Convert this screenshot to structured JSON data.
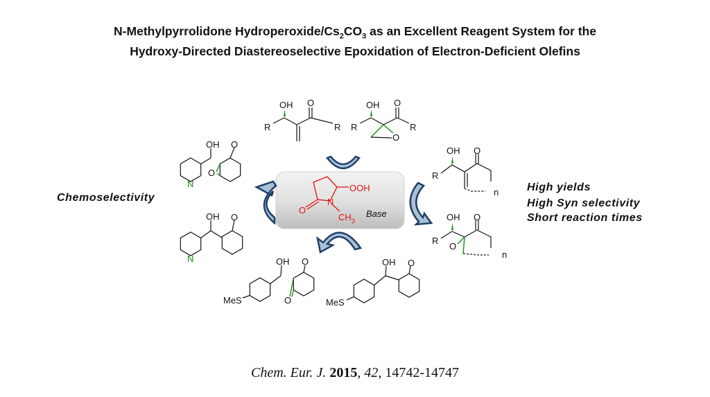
{
  "title": {
    "line1_a": "N-Methylpyrrolidone Hydroperoxide/Cs",
    "line1_sub1": "2",
    "line1_b": "CO",
    "line1_sub2": "3",
    "line1_c": " as an Excellent Reagent System for the",
    "line2": "Hydroxy-Directed Diastereoselective Epoxidation of Electron-Deficient Olefins"
  },
  "left_label": "Chemoselectivity",
  "right_labels": [
    "High yields",
    "High Syn selectivity",
    "Short reaction times"
  ],
  "labels": {
    "OH": "OH",
    "O": "O",
    "R": "R",
    "N": "N",
    "MeS": "MeS",
    "OOH": "OOH",
    "CH": "CH",
    "sub3": "3",
    "Base": "Base",
    "n": "n"
  },
  "citation": {
    "journal": "Chem. Eur. J.",
    "year": "2015",
    "volume": "42",
    "pages": "14742-14747"
  },
  "colors": {
    "reagent": "#e01010",
    "stereo": "#1a8a1a",
    "arrow": "#1f3f66"
  }
}
